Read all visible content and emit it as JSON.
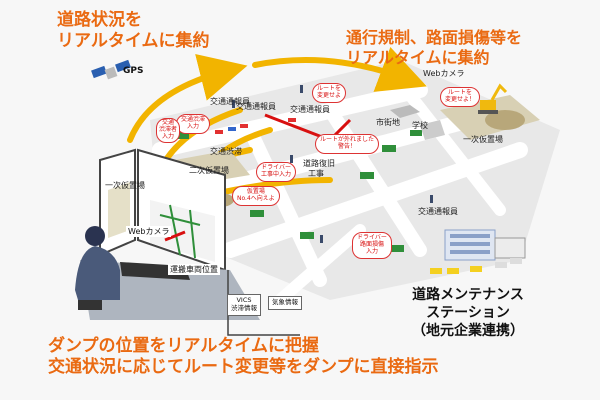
{
  "headlines": {
    "top_left": [
      "道路状況を",
      "リアルタイムに集約"
    ],
    "top_right": [
      "通行規制、路面損傷等を",
      "リアルタイムに集約"
    ],
    "bottom": [
      "ダンプの位置をリアルタイムに把握",
      "交通状況に応じてルート変更等をダンプに直接指示"
    ]
  },
  "station": [
    "道路メンテナンス",
    "ステーション",
    "（地元企業連携）"
  ],
  "labels": {
    "gps": "GPS",
    "web_camera": "Webカメラ",
    "traffic_reporter_1": "交通通報員",
    "traffic_reporter_2": "交通通報員",
    "traffic_reporter_3": "交通通報員",
    "traffic_reporter_4": "交通通報員",
    "traffic_jam": "交通渋滞",
    "temp_storage_1": "一次仮置場",
    "temp_storage_2": "二次仮置場",
    "temp_storage_3": "一次仮置場",
    "road_restoration": "道路復旧",
    "construction": "工事",
    "city_area": "市街地",
    "school": "学校",
    "monitor_web_camera": "Webカメラ",
    "monitor_dump_position": "運搬車両位置",
    "vics_box": [
      "VICS",
      "渋滞情報"
    ],
    "weather_box": "気象情報"
  },
  "bubbles": {
    "route_change_1": [
      "ルートを",
      "変更せよ"
    ],
    "route_change_2": [
      "ルートを",
      "変更せよ！"
    ],
    "off_route": [
      "ルートが外れました",
      "警告！"
    ],
    "jam_input": [
      "交通渋滞",
      "入力"
    ],
    "congestion_input": [
      "交通",
      "渋滞者",
      "入力"
    ],
    "driver_construction": [
      "ドライバー",
      "工事中入力"
    ],
    "go_to_storage": [
      "仮置場",
      "No.4へ向えよ"
    ],
    "driver_damage": [
      "ドライバー",
      "路面損傷",
      "入力"
    ]
  },
  "colors": {
    "headline": "#ea6a12",
    "arrow": "#f2b400",
    "alert": "#d81010",
    "road": "#ffffff",
    "ground": "#e6e6e6"
  },
  "icons": [
    "satellite-icon",
    "camera-icon",
    "excavator-icon",
    "dump-truck-icon",
    "building-icon",
    "operator-icon",
    "person-icon"
  ]
}
